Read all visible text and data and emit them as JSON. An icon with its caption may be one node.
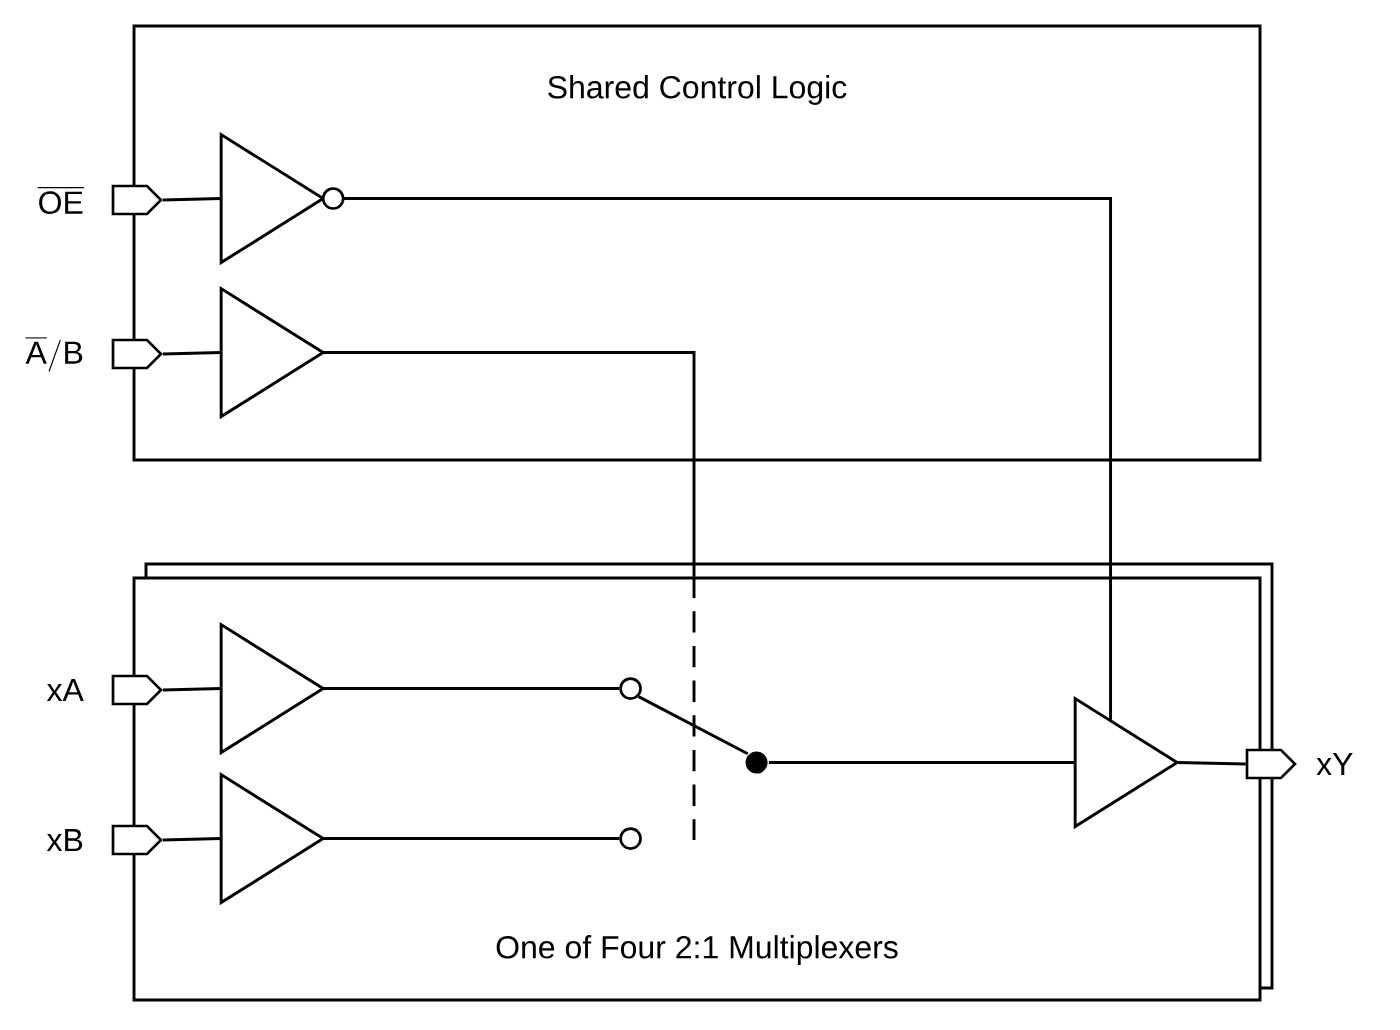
{
  "diagram": {
    "nodes": [
      {
        "text": [
          "Shared Control Logic"
        ]
      },
      {
        "text": [
          "One of Four 2:1 Multiplexers"
        ]
      },
      {
        "text": [],
        "shape": "pin",
        "beside": [
          "\\overline{\\mathsf{OE}}"
        ]
      },
      {
        "text": [],
        "shape": "triangle",
        "in": 0
      },
      {
        "text": [],
        "shape": "pin",
        "beside": [
          "\\overline{\\mathsf{A}}\\mathsf{/B}"
        ]
      },
      {
        "text": [],
        "shape": "triangle",
        "in": 0
      },
      {
        "text": [],
        "shape": "pin",
        "beside": [
          "xA"
        ]
      },
      {
        "text": [],
        "shape": "triangle",
        "in": 1
      },
      {
        "text": [],
        "shape": "circle",
        "in": 1
      },
      {
        "text": [],
        "shape": "pin",
        "beside": [
          "xB"
        ]
      },
      {
        "text": [],
        "shape": "triangle",
        "in": 1
      },
      {
        "text": [],
        "shape": "circle",
        "in": 1
      },
      {
        "text": [],
        "shape": "dot",
        "in": 1
      },
      {
        "text": [],
        "shape": "triangle",
        "in": 1
      },
      {
        "text": [],
        "shape": "pin",
        "beside": [
          "xY"
        ]
      }
    ],
    "edges": [
      {
        "from": 2,
        "to": 3,
        "arrow": "none"
      },
      {
        "from": 3,
        "to": 13,
        "arrow": "none"
      },
      {
        "from": 4,
        "to": 5,
        "arrow": "none"
      },
      {
        "from": 5,
        "to": 1,
        "arrow": "none"
      },
      {
        "from": 6,
        "to": 7,
        "arrow": "none"
      },
      {
        "from": 7,
        "to": 8,
        "arrow": "none"
      },
      {
        "from": 9,
        "to": 10,
        "arrow": "none"
      },
      {
        "from": 10,
        "to": 11,
        "arrow": "none"
      },
      {
        "from": 8,
        "to": 12,
        "arrow": "none"
      },
      {
        "from": 12,
        "to": 13,
        "arrow": "none"
      },
      {
        "from": 13,
        "to": 14,
        "arrow": "none"
      }
    ]
  }
}
